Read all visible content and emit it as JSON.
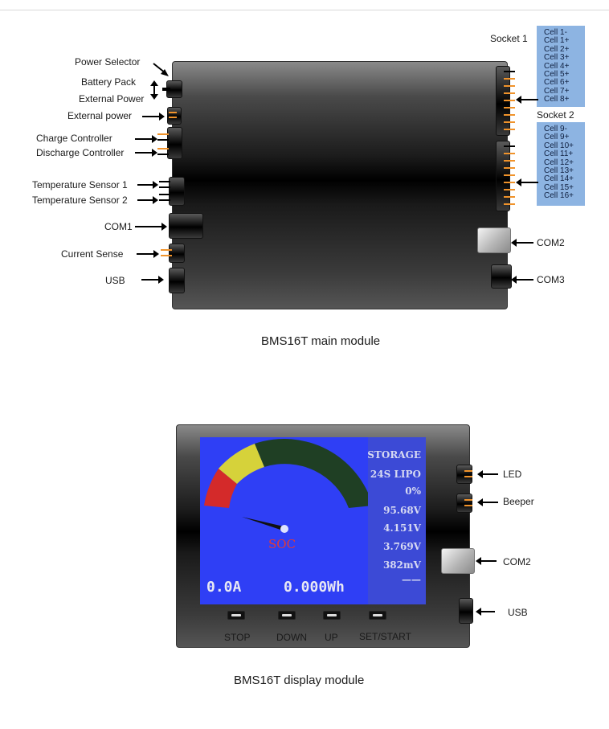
{
  "main_module": {
    "caption": "BMS16T main module",
    "labels": {
      "power_selector": "Power Selector",
      "battery_pack": "Battery Pack",
      "external_power_sel": "External Power",
      "external_power": "External power",
      "charge_controller": "Charge Controller",
      "discharge_controller": "Discharge Controller",
      "temp_sensor_1": "Temperature Sensor 1",
      "temp_sensor_2": "Temperature Sensor 2",
      "com1": "COM1",
      "current_sense": "Current Sense",
      "usb": "USB",
      "com2": "COM2",
      "com3": "COM3",
      "socket1": "Socket 1",
      "socket2": "Socket 2"
    },
    "socket1_cells": [
      "Cell 1-",
      "Cell 1+",
      "Cell 2+",
      "Cell 3+",
      "Cell 4+",
      "Cell 5+",
      "Cell 6+",
      "Cell 7+",
      "Cell 8+"
    ],
    "socket2_cells": [
      "Cell 9-",
      "Cell 9+",
      "Cell 10+",
      "Cell 11+",
      "Cell 12+",
      "Cell 13+",
      "Cell 14+",
      "Cell 15+",
      "Cell 16+"
    ]
  },
  "display_module": {
    "caption": "BMS16T display module",
    "screen": {
      "soc_label": "SOC",
      "current": "0.0A",
      "energy": "0.000Wh",
      "panel_rows": [
        "STORAGE",
        "24S LIPO",
        "0%",
        "95.68V",
        "4.151V",
        "3.769V",
        "382mV",
        "——"
      ]
    },
    "buttons": [
      "STOP",
      "DOWN",
      "UP",
      "SET/START"
    ],
    "labels": {
      "led": "LED",
      "beeper": "Beeper",
      "com2": "COM2",
      "usb": "USB"
    },
    "colors": {
      "screen_bg": "#2f3ff5",
      "gauge_red": "#d42a2a",
      "gauge_yellow": "#d6d23a",
      "gauge_green": "#1f3f24",
      "soc_text": "#e03a3a"
    }
  }
}
